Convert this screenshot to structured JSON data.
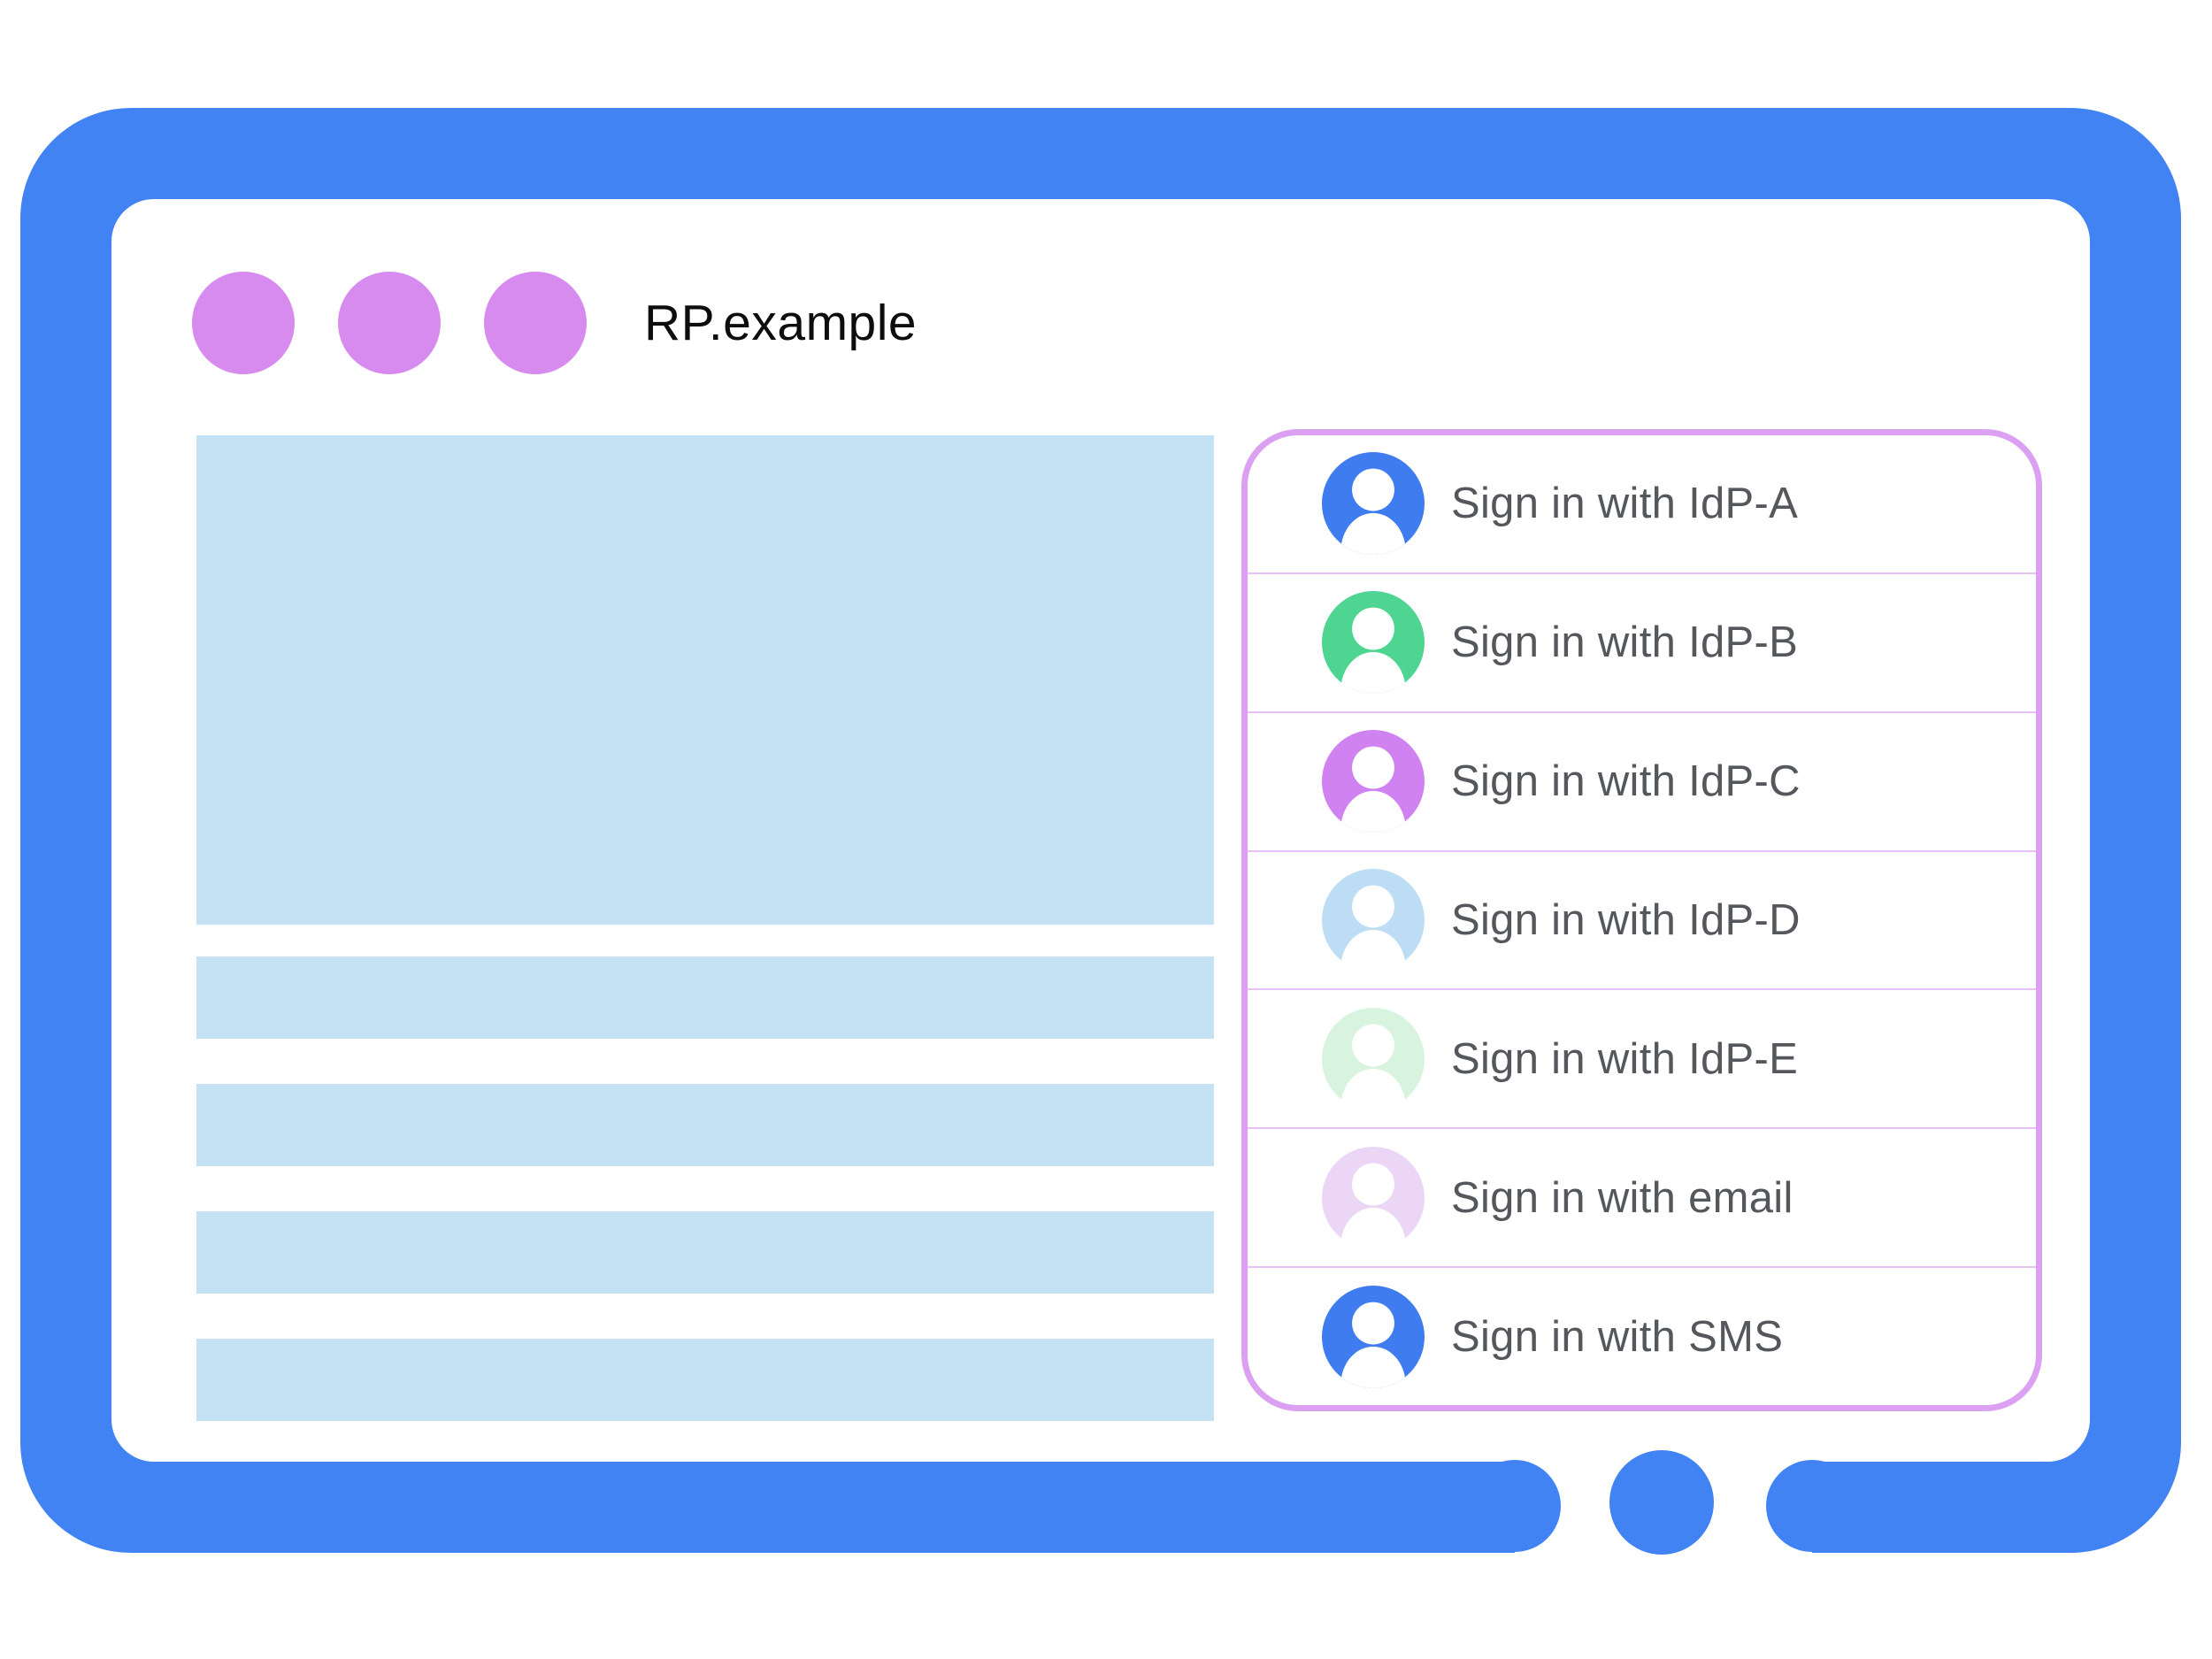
{
  "browser": {
    "title": "RP.example"
  },
  "signin_panel": {
    "options": [
      {
        "label": "Sign in with IdP-A",
        "avatar_color": "#3E7CF0"
      },
      {
        "label": "Sign in with IdP-B",
        "avatar_color": "#4DD591"
      },
      {
        "label": "Sign in with IdP-C",
        "avatar_color": "#CF82F0"
      },
      {
        "label": "Sign in with IdP-D",
        "avatar_color": "#BCDDF4"
      },
      {
        "label": "Sign in with IdP-E",
        "avatar_color": "#D9F4DE"
      },
      {
        "label": "Sign in with email",
        "avatar_color": "#EBD7F5"
      },
      {
        "label": "Sign in with SMS",
        "avatar_color": "#3E7CF0"
      }
    ]
  },
  "palette": {
    "frame_blue": "#4183F3",
    "skeleton_blue": "#C5E2F5",
    "window_dot_purple": "#D78BEE",
    "panel_border_purple": "#DCA0F2",
    "divider_purple": "#E9C1F6",
    "label_gray": "#54575B",
    "title_black": "#0D0D0D"
  }
}
